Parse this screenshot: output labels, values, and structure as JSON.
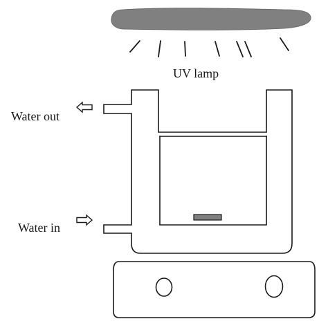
{
  "labels": {
    "uv_lamp": "UV lamp",
    "water_out": "Water out",
    "water_in": "Water in"
  },
  "colors": {
    "lamp_fill": "#808080",
    "stroke": "#1a1a1a",
    "sample_fill": "#808080",
    "background": "#ffffff"
  }
}
